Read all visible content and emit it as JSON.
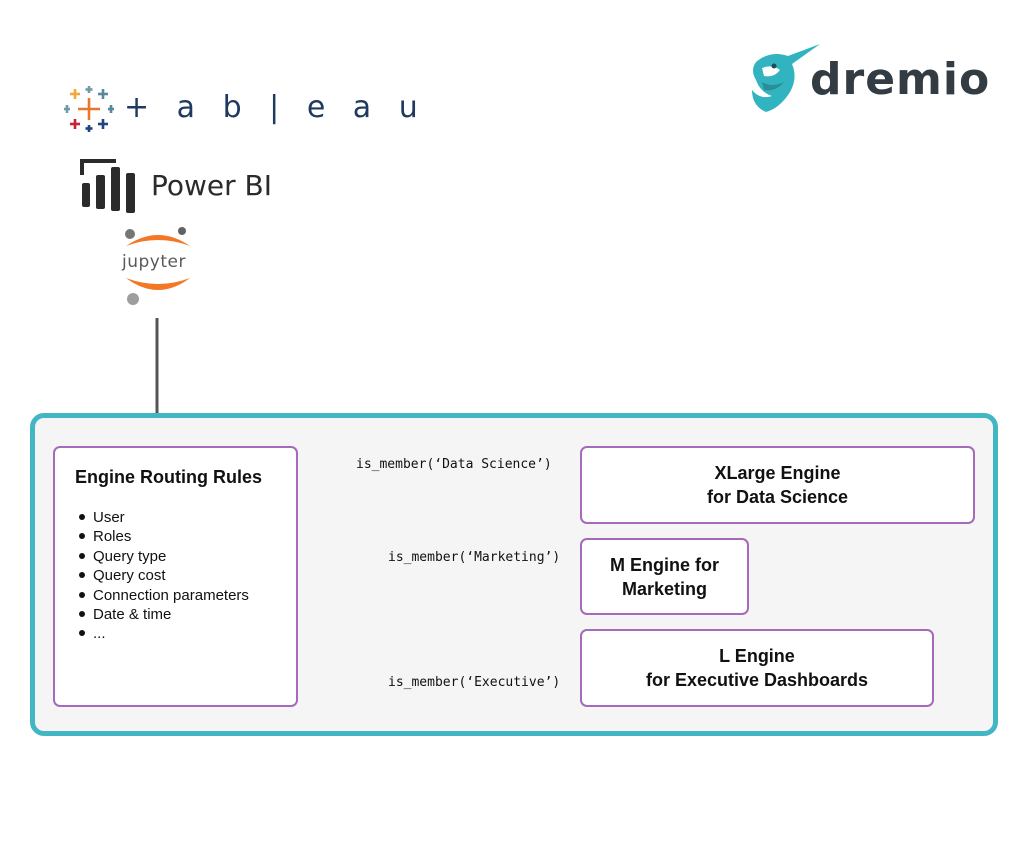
{
  "logos": {
    "tableau": "+ a b | e a u",
    "powerbi": "Power BI",
    "jupyter": "jupyter",
    "dremio": "dremio"
  },
  "rules": {
    "title": "Engine Routing Rules",
    "items": [
      "User",
      "Roles",
      "Query type",
      "Query cost",
      "Connection parameters",
      "Date & time",
      "..."
    ]
  },
  "routes": [
    {
      "condition": "is_member(‘Data Science’)",
      "engine": "XLarge Engine\nfor Data Science"
    },
    {
      "condition": "is_member(‘Marketing’)",
      "engine": "M Engine for\nMarketing"
    },
    {
      "condition": "is_member(‘Executive’)",
      "engine": "L Engine\nfor Executive Dashboards"
    }
  ],
  "colors": {
    "container_border": "#43b6c4",
    "box_border": "#a56ab9",
    "arrow": "#555555",
    "dremio_teal": "#31b3c0"
  }
}
